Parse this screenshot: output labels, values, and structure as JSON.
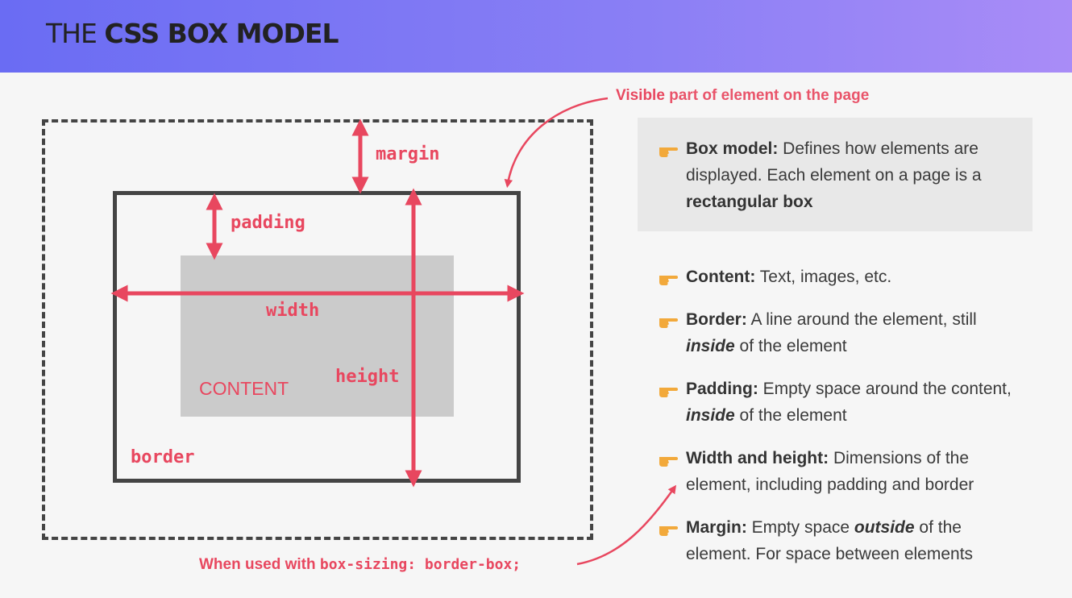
{
  "header": {
    "title_prefix": "THE ",
    "title_bold": "CSS BOX MODEL"
  },
  "diagram": {
    "margin_label": "margin",
    "padding_label": "padding",
    "width_label": "width",
    "height_label": "height",
    "content_label": "CONTENT",
    "border_label": "border",
    "visible_note_bold": "Visible",
    "visible_note_rest": " part of element on the page",
    "bottom_note_text": "When used with ",
    "bottom_note_code": "box-sizing: border-box;"
  },
  "definition": {
    "term": "Box model:",
    "text_1": " Defines how elements are displayed. Each element on a page is a ",
    "bold_end": "rectangular box"
  },
  "bullets": [
    {
      "term": "Content:",
      "text": " Text, images, etc."
    },
    {
      "term": "Border:",
      "text_a": " A line around the element, still ",
      "em": "inside",
      "text_b": " of the element"
    },
    {
      "term": "Padding:",
      "text_a": " Empty space around the content, ",
      "em": "inside",
      "text_b": " of the element"
    },
    {
      "term": "Width and height:",
      "text": " Dimensions of the element, including padding and border"
    },
    {
      "term": "Margin:",
      "text_a": " Empty space ",
      "em": "outside",
      "text_b": " of the element. For space between elements"
    }
  ],
  "colors": {
    "accent": "#e8475f",
    "header_start": "#6a6cf3",
    "header_end": "#a98cf7",
    "bullet_icon": "#f2a93b"
  },
  "icons": {
    "bullet": "pointing-hand-icon"
  }
}
